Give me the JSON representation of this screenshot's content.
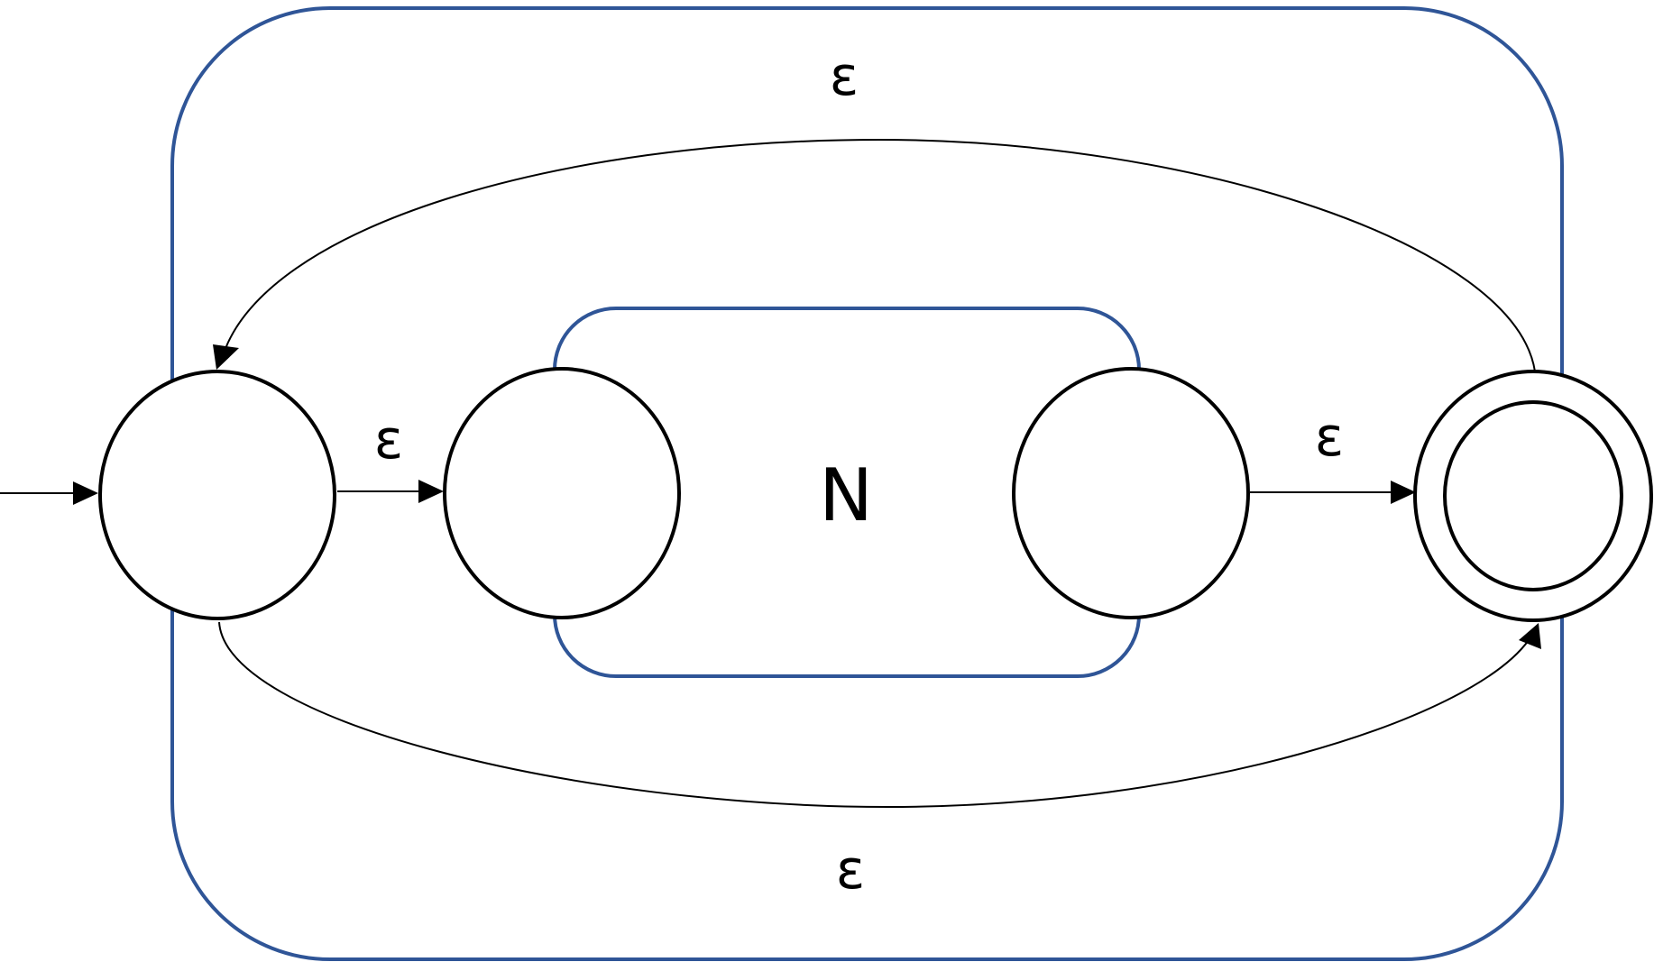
{
  "diagram": {
    "inner_label": "N",
    "edges": {
      "top_loop_label": "ε",
      "start_to_n_label": "ε",
      "n_to_final_label": "ε",
      "bottom_skip_label": "ε"
    }
  },
  "colors": {
    "frame": "#2F5597",
    "stroke": "#000000",
    "background": "#FFFFFF"
  }
}
